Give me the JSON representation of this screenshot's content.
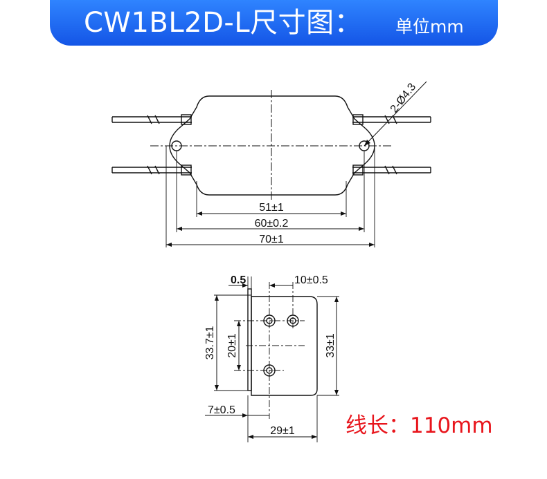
{
  "header": {
    "title": "CW1BL2D-L尺寸图：",
    "unit": "单位mm",
    "background_color": "#1a5ef0"
  },
  "top_view": {
    "hole_callout": "2-Ø4.3",
    "dim_body_length": "51±1",
    "dim_hole_spacing": "60±0.2",
    "dim_overall_length": "70±1"
  },
  "side_view": {
    "dim_plate_thickness": "0.5",
    "dim_terminal_offset": "10±0.5",
    "dim_overall_height": "33.7±1",
    "dim_terminal_spacing": "20±1",
    "dim_body_height": "33±1",
    "dim_bottom_offset": "7±0.5",
    "dim_body_width": "29±1"
  },
  "wire_length": {
    "text": "线长：110mm",
    "color": "#e8151c"
  }
}
